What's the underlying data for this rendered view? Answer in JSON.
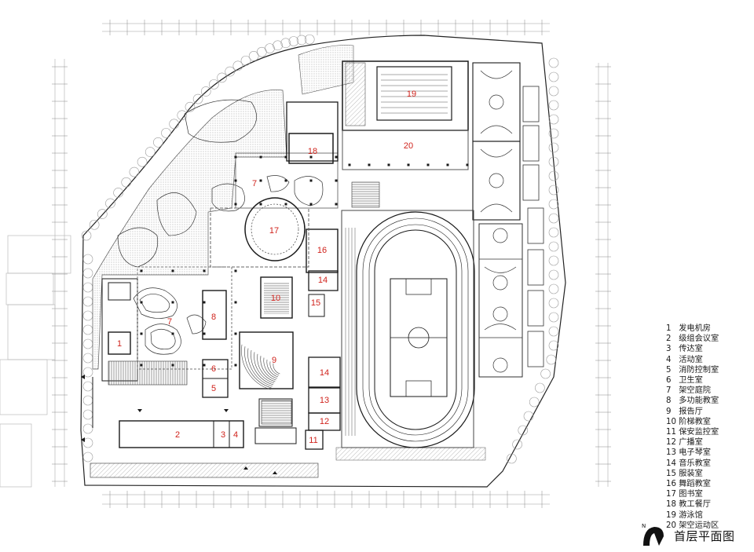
{
  "legend": [
    {
      "n": "1",
      "label": "发电机房"
    },
    {
      "n": "2",
      "label": "级组会议室"
    },
    {
      "n": "3",
      "label": "传达室"
    },
    {
      "n": "4",
      "label": "活动室"
    },
    {
      "n": "5",
      "label": "消防控制室"
    },
    {
      "n": "6",
      "label": "卫生室"
    },
    {
      "n": "7",
      "label": "架空庭院"
    },
    {
      "n": "8",
      "label": "多功能教室"
    },
    {
      "n": "9",
      "label": "报告厅"
    },
    {
      "n": "10",
      "label": "阶梯教室"
    },
    {
      "n": "11",
      "label": "保安监控室"
    },
    {
      "n": "12",
      "label": "广播室"
    },
    {
      "n": "13",
      "label": "电子琴室"
    },
    {
      "n": "14",
      "label": "音乐教室"
    },
    {
      "n": "15",
      "label": "服装室"
    },
    {
      "n": "16",
      "label": "舞蹈教室"
    },
    {
      "n": "17",
      "label": "图书室"
    },
    {
      "n": "18",
      "label": "教工餐厅"
    },
    {
      "n": "19",
      "label": "游泳馆"
    },
    {
      "n": "20",
      "label": "架空运动区"
    }
  ],
  "plan_numbers": {
    "n1": "1",
    "n2": "2",
    "n3": "3",
    "n4": "4",
    "n5": "5",
    "n6": "6",
    "n7a": "7",
    "n7b": "7",
    "n8": "8",
    "n9": "9",
    "n10": "10",
    "n11": "11",
    "n12": "12",
    "n13": "13",
    "n14a": "14",
    "n14b": "14",
    "n15": "15",
    "n16": "16",
    "n17": "17",
    "n18": "18",
    "n19": "19",
    "n20": "20"
  },
  "title": "首层平面图",
  "north": "N",
  "colors": {
    "room_number": "#d0231c",
    "line": "#1a1a1a",
    "hatch": "#b5b5b5",
    "light": "#cccccc"
  }
}
